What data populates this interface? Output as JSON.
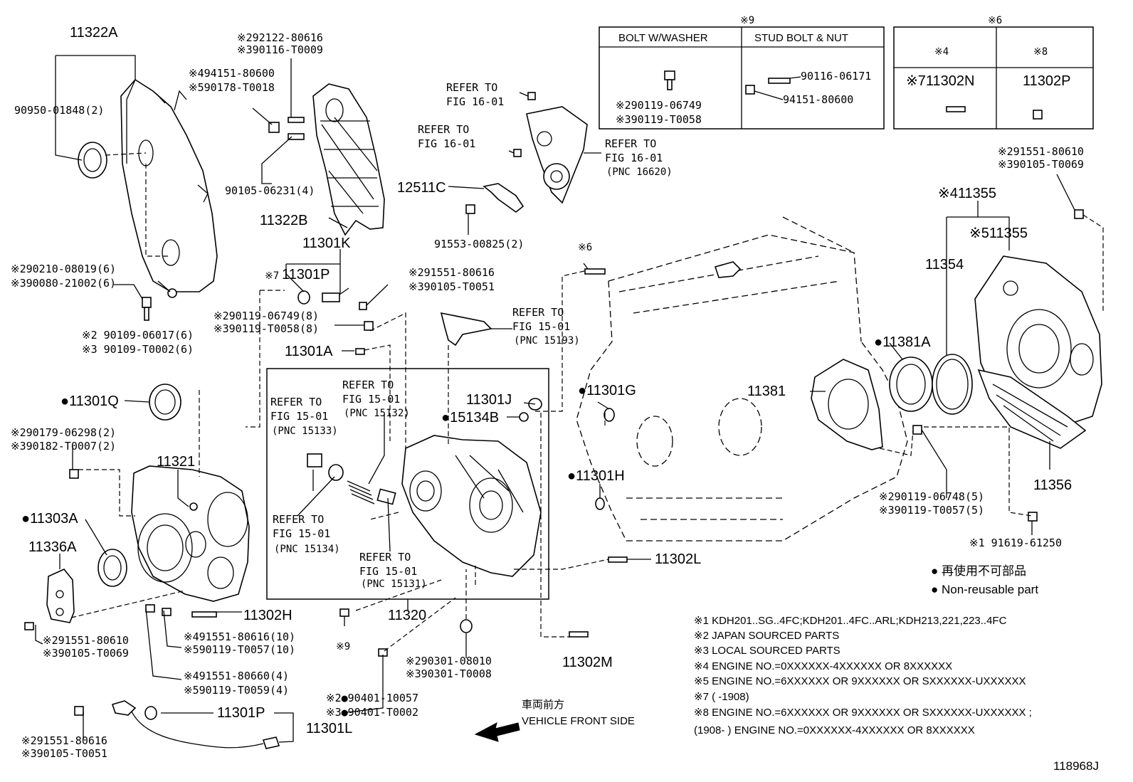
{
  "diagram_id": "118968J",
  "vehicle_front": {
    "jp": "車両前方",
    "en": "VEHICLE FRONT SIDE"
  },
  "legend": {
    "jp": "● 再使用不可部品",
    "en": "● Non-reusable part"
  },
  "box9": {
    "mark": "※9",
    "col1": "BOLT W/WASHER",
    "col2": "STUD BOLT & NUT",
    "c1_a": "※290119-06749",
    "c1_b": "※390119-T0058",
    "c2_a": "90116-06171",
    "c2_b": "94151-80600"
  },
  "box6": {
    "mark": "※6",
    "col1": "※4",
    "col2": "※8",
    "c1": "※711302N",
    "c2": "11302P"
  },
  "labels": {
    "l11322A": "11322A",
    "l90950": "90950-01848(2)",
    "l11322B": "11322B",
    "l90105_06231": "90105-06231(4)",
    "l92122": "※292122-80616",
    "l90116_T0009": "※390116-T0009",
    "l94151_80600": "※494151-80600",
    "l90178": "※590178-T0018",
    "l90210": "※290210-08019(6)",
    "l90080": "※390080-21002(6)",
    "l90109_06017": "※2 90109-06017(6)",
    "l90109_T0002": "※3 90109-T0002(6)",
    "l11301K": "11301K",
    "l11301P_top": "11301P",
    "l11301P_top_mark": "※7",
    "l91551_80616_a": "※291551-80616",
    "l90105_T0051_a": "※390105-T0051",
    "l90119_06749_8": "※290119-06749(8)",
    "l90119_T0058_8": "※390119-T0058(8)",
    "l11301A": "11301A",
    "ref1601_a1": "REFER TO",
    "ref1601_a2": "FIG 16-01",
    "ref1601_b1": "REFER TO",
    "ref1601_b2": "FIG 16-01",
    "ref1601_c1": "REFER TO",
    "ref1601_c2": "FIG 16-01",
    "ref1601_c3": "(PNC 16620)",
    "l12511C": "12511C",
    "l91553": "91553-00825(2)",
    "ref15193_1": "REFER TO",
    "ref15193_2": "FIG 15-01",
    "ref15193_3": "(PNC 15193)",
    "l11301Q": "●11301Q",
    "l90179": "※290179-06298(2)",
    "l90182": "※390182-T0007(2)",
    "l11321": "11321",
    "l11303A": "●11303A",
    "l11336A": "11336A",
    "ref15133_1": "REFER TO",
    "ref15133_2": "FIG 15-01",
    "ref15133_3": "(PNC 15133)",
    "ref15132_1": "REFER TO",
    "ref15132_2": "FIG 15-01",
    "ref15132_3": "(PNC 15132)",
    "ref15134_1": "REFER TO",
    "ref15134_2": "FIG 15-01",
    "ref15134_3": "(PNC 15134)",
    "ref15131_1": "REFER TO",
    "ref15131_2": "FIG 15-01",
    "ref15131_3": "(PNC 15131)",
    "l11301J": "11301J",
    "l15134B": "●15134B",
    "l11301G": "●11301G",
    "l11301H": "●11301H",
    "l11302L": "11302L",
    "l11302H": "11302H",
    "l11320": "11320",
    "l11302M": "11302M",
    "l91551_80610_a": "※291551-80610",
    "l90105_T0069_a": "※390105-T0069",
    "l91551_80616_10": "※491551-80616(10)",
    "l90119_T0057_10": "※590119-T0057(10)",
    "l91551_80660": "※491551-80660(4)",
    "l90119_T0059": "※590119-T0059(4)",
    "l9_mark": "※9",
    "l90301_08010": "※290301-08010",
    "l90301_T0008": "※390301-T0008",
    "l90401_10057": "※2●90401-10057",
    "l90401_T0002": "※3●90401-T0002",
    "l11301P_bot": "11301P",
    "l11301L": "11301L",
    "l91551_80616_b": "※291551-80616",
    "l90105_T0051_b": "※390105-T0051",
    "l6_mark": "※6",
    "l11381": "11381",
    "l11381A": "●11381A",
    "l11354": "11354",
    "l11355_4": "※411355",
    "l11355_5": "※511355",
    "l91551_80610_b": "※291551-80610",
    "l90105_T0069_b": "※390105-T0069",
    "l11356": "11356",
    "l90119_06748": "※290119-06748(5)",
    "l90119_T0057_5": "※390119-T0057(5)",
    "l91619": "※1 91619-61250"
  },
  "notes": [
    "※1 KDH201..SG..4FC;KDH201..4FC..ARL;KDH213,221,223..4FC",
    "※2 JAPAN SOURCED PARTS",
    "※3 LOCAL SOURCED PARTS",
    "※4 ENGINE NO.=0XXXXXX-4XXXXXX OR 8XXXXXX",
    "※5 ENGINE NO.=6XXXXXX OR 9XXXXXX OR SXXXXXX-UXXXXXX",
    "※7 (        -1908)",
    "※8 ENGINE NO.=6XXXXXX OR 9XXXXXX OR SXXXXXX-UXXXXXX ;",
    "(1908-        ) ENGINE NO.=0XXXXXX-4XXXXXX OR 8XXXXXX"
  ]
}
